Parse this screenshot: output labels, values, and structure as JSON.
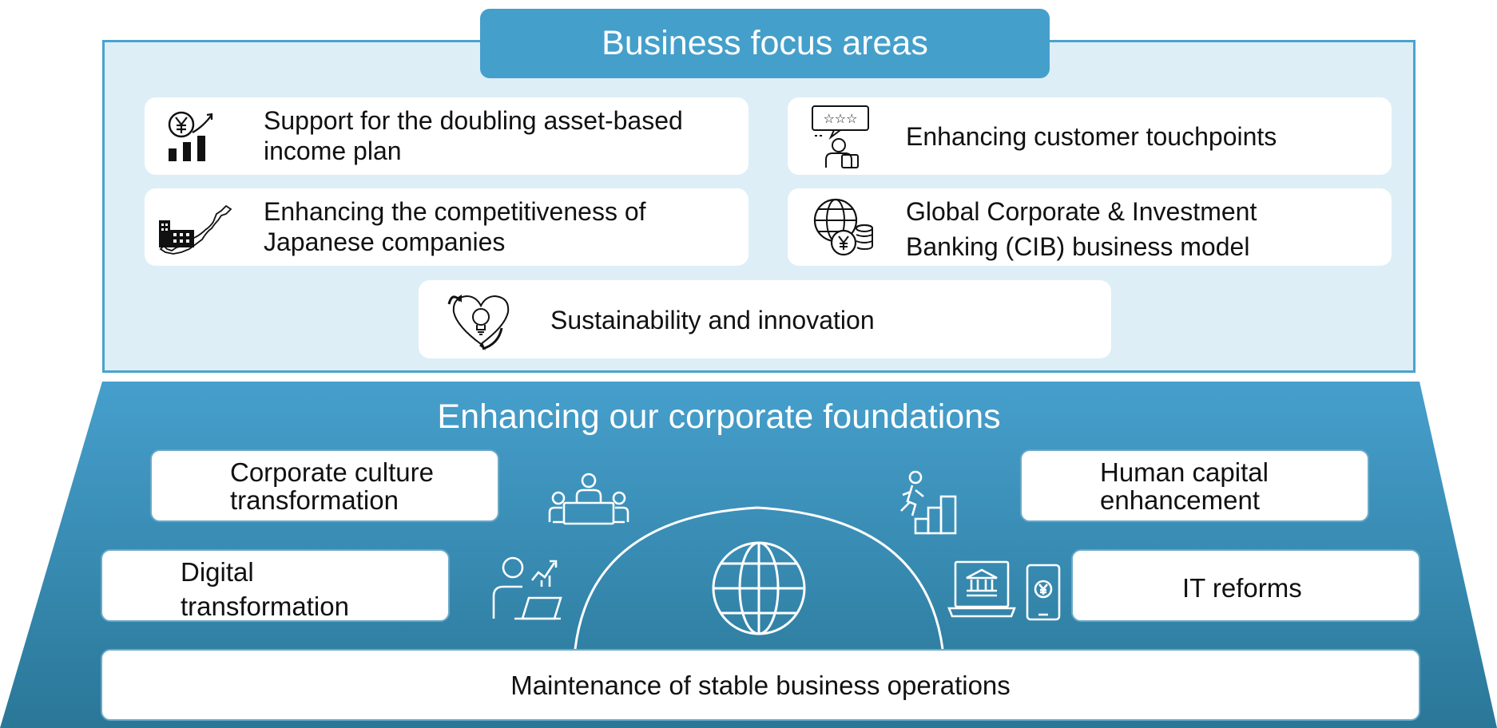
{
  "focus": {
    "title": "Business focus areas",
    "cards": [
      {
        "label_line1": "Support for the doubling asset-based",
        "label_line2": "income plan",
        "icon": "yen-growth-chart-icon"
      },
      {
        "label_line1": "Enhancing customer touchpoints",
        "icon": "customer-rating-icon"
      },
      {
        "label_line1": "Enhancing the competitiveness of",
        "label_line2": "Japanese companies",
        "icon": "japan-industry-map-icon"
      },
      {
        "label_line1": "Global Corporate & Investment",
        "label_line2": "Banking (CIB) business model",
        "icon": "globe-yen-coins-icon"
      },
      {
        "label_line1": "Sustainability and innovation",
        "icon": "heart-lightbulb-cycle-icon"
      }
    ]
  },
  "foundations": {
    "title": "Enhancing our corporate foundations",
    "items": [
      {
        "label_line1": "Corporate culture",
        "label_line2": "transformation",
        "icon": "meeting-table-icon"
      },
      {
        "label_line1": "Human capital",
        "label_line2": "enhancement",
        "icon": "climbing-stairs-person-icon"
      },
      {
        "label_line1": "Digital",
        "label_line2": "transformation",
        "icon": "person-laptop-growth-icon"
      },
      {
        "label_line1": "IT reforms",
        "icon": "laptop-bank-mobile-yen-icon"
      }
    ],
    "base": "Maintenance of stable business operations",
    "center_icon": "globe-icon"
  },
  "colors": {
    "focus_bg": "#ddeef7",
    "accent_blue": "#449fcb",
    "foundation_top": "#469fcc",
    "foundation_bottom": "#2a7798"
  }
}
